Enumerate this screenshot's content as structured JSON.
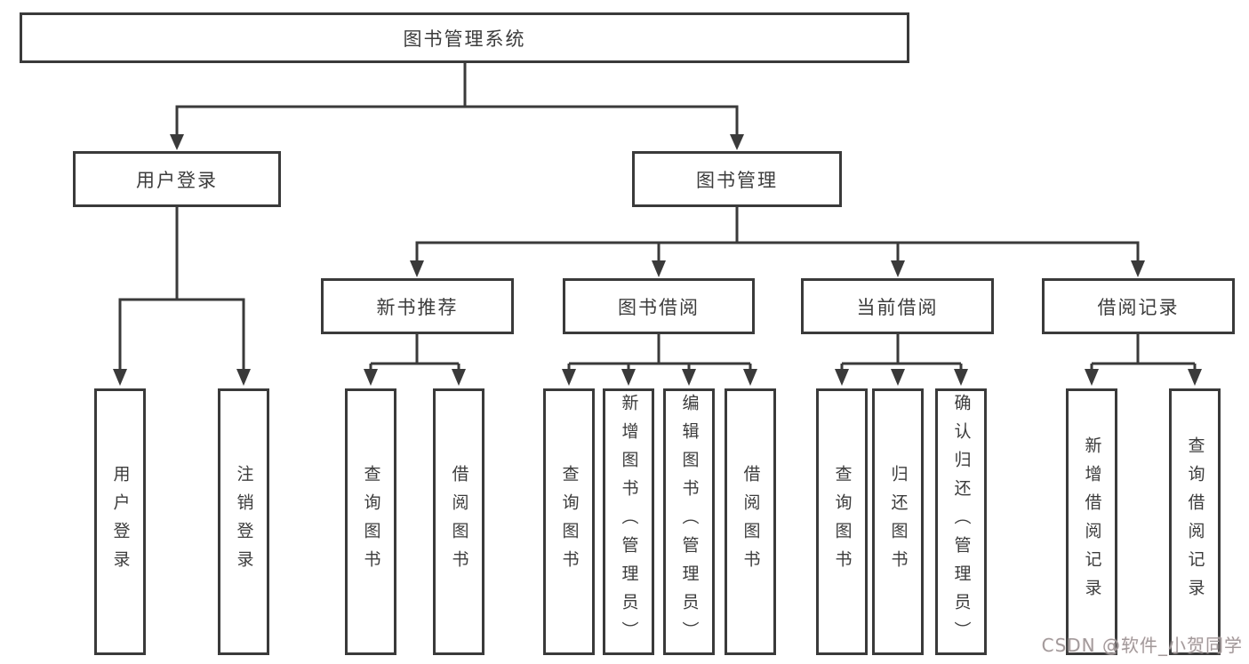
{
  "colors": {
    "line": "#3a3a3a",
    "text": "#3c3c3c",
    "watermark": "#a19a9b",
    "bg": "#ffffff"
  },
  "watermark": "CSDN @软件_小贺同学",
  "diagram": {
    "root": {
      "label": "图书管理系统"
    },
    "branches": [
      {
        "label": "用户登录",
        "children": [
          {
            "label": "用户登录"
          },
          {
            "label": "注销登录"
          }
        ]
      },
      {
        "label": "图书管理",
        "children": [
          {
            "label": "新书推荐",
            "children": [
              {
                "label": "查询图书"
              },
              {
                "label": "借阅图书"
              }
            ]
          },
          {
            "label": "图书借阅",
            "children": [
              {
                "label": "查询图书"
              },
              {
                "label": "新增图书（管理员）"
              },
              {
                "label": "编辑图书（管理员）"
              },
              {
                "label": "借阅图书"
              }
            ]
          },
          {
            "label": "当前借阅",
            "children": [
              {
                "label": "查询图书"
              },
              {
                "label": "归还图书"
              },
              {
                "label": "确认归还（管理员）"
              }
            ]
          },
          {
            "label": "借阅记录",
            "children": [
              {
                "label": "新增借阅记录"
              },
              {
                "label": "查询借阅记录"
              }
            ]
          }
        ]
      }
    ]
  }
}
